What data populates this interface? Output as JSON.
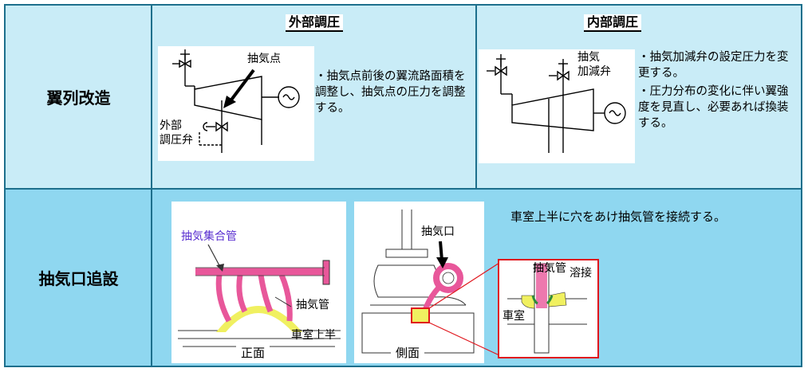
{
  "rows": [
    {
      "label": "翼列改造"
    },
    {
      "label": "抽気口追設"
    }
  ],
  "columns": [
    {
      "title": "外部調圧"
    },
    {
      "title": "内部調圧"
    }
  ],
  "external": {
    "point_label": "抽気点",
    "valve_label_1": "外部",
    "valve_label_2": "調圧弁",
    "description": "・抽気点前後の翼流路面積を調整し、抽気点の圧力を調整する。"
  },
  "internal": {
    "valve_label_1": "抽気",
    "valve_label_2": "加減弁",
    "description_1": "・抽気加減弁の設定圧力を変更する。",
    "description_2": "・圧力分布の変化に伴い翼強度を見直し、必要あれば換装する。"
  },
  "port": {
    "description": "車室上半に穴をあけ抽気管を接続する。",
    "front": {
      "header_label": "抽気集合管",
      "pipe_label": "抽気管",
      "casing_label": "車室上半",
      "caption": "正面"
    },
    "side": {
      "port_label": "抽気口",
      "caption": "側面"
    },
    "detail": {
      "pipe_label": "抽気管",
      "weld_label": "溶接",
      "casing_label": "車室"
    }
  },
  "colors": {
    "header_pipe": "#e8579a",
    "label_purple": "#5a2fd0",
    "highlight": "#f0f060",
    "accent_red": "#e0151c",
    "border": "#1d6f8c"
  }
}
